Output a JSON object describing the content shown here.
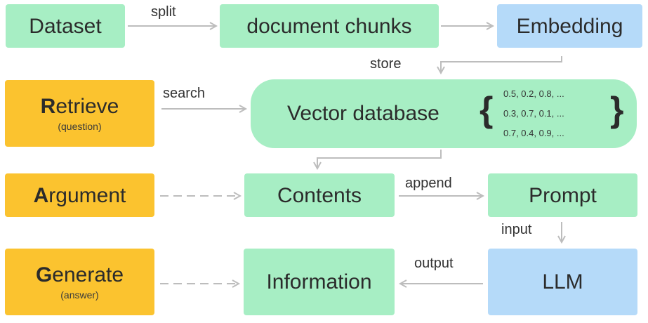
{
  "nodes": {
    "dataset": "Dataset",
    "chunks": "document chunks",
    "embedding": "Embedding",
    "vectordb": "Vector database",
    "retrieve_first": "R",
    "retrieve_rest": "etrieve",
    "retrieve_sub": "(question)",
    "argument_first": "A",
    "argument_rest": "rgument",
    "contents": "Contents",
    "prompt": "Prompt",
    "generate_first": "G",
    "generate_rest": "enerate",
    "generate_sub": "(answer)",
    "information": "Information",
    "llm": "LLM"
  },
  "vectors": [
    "0.5, 0.2, 0.8, ...",
    "0.3, 0.7, 0.1, ...",
    "0.7, 0.4, 0.9, ..."
  ],
  "edges": {
    "split": "split",
    "store": "store",
    "search": "search",
    "append": "append",
    "input": "input",
    "output": "output"
  },
  "colors": {
    "green": "#a7eec4",
    "blue": "#b5daf9",
    "yellow": "#fbc32f",
    "arrow": "#bdbdbd"
  }
}
